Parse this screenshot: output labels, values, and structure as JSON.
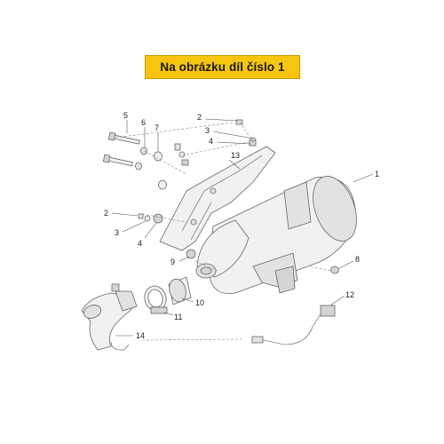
{
  "banner": {
    "text": "Na obrázku díl číslo 1"
  },
  "callouts": [
    {
      "num": "1"
    },
    {
      "num": "2"
    },
    {
      "num": "3"
    },
    {
      "num": "4"
    },
    {
      "num": "5"
    },
    {
      "num": "6"
    },
    {
      "num": "7"
    },
    {
      "num": "2"
    },
    {
      "num": "3"
    },
    {
      "num": "4"
    },
    {
      "num": "13"
    },
    {
      "num": "9"
    },
    {
      "num": "8"
    },
    {
      "num": "10"
    },
    {
      "num": "11"
    },
    {
      "num": "12"
    },
    {
      "num": "14"
    }
  ]
}
